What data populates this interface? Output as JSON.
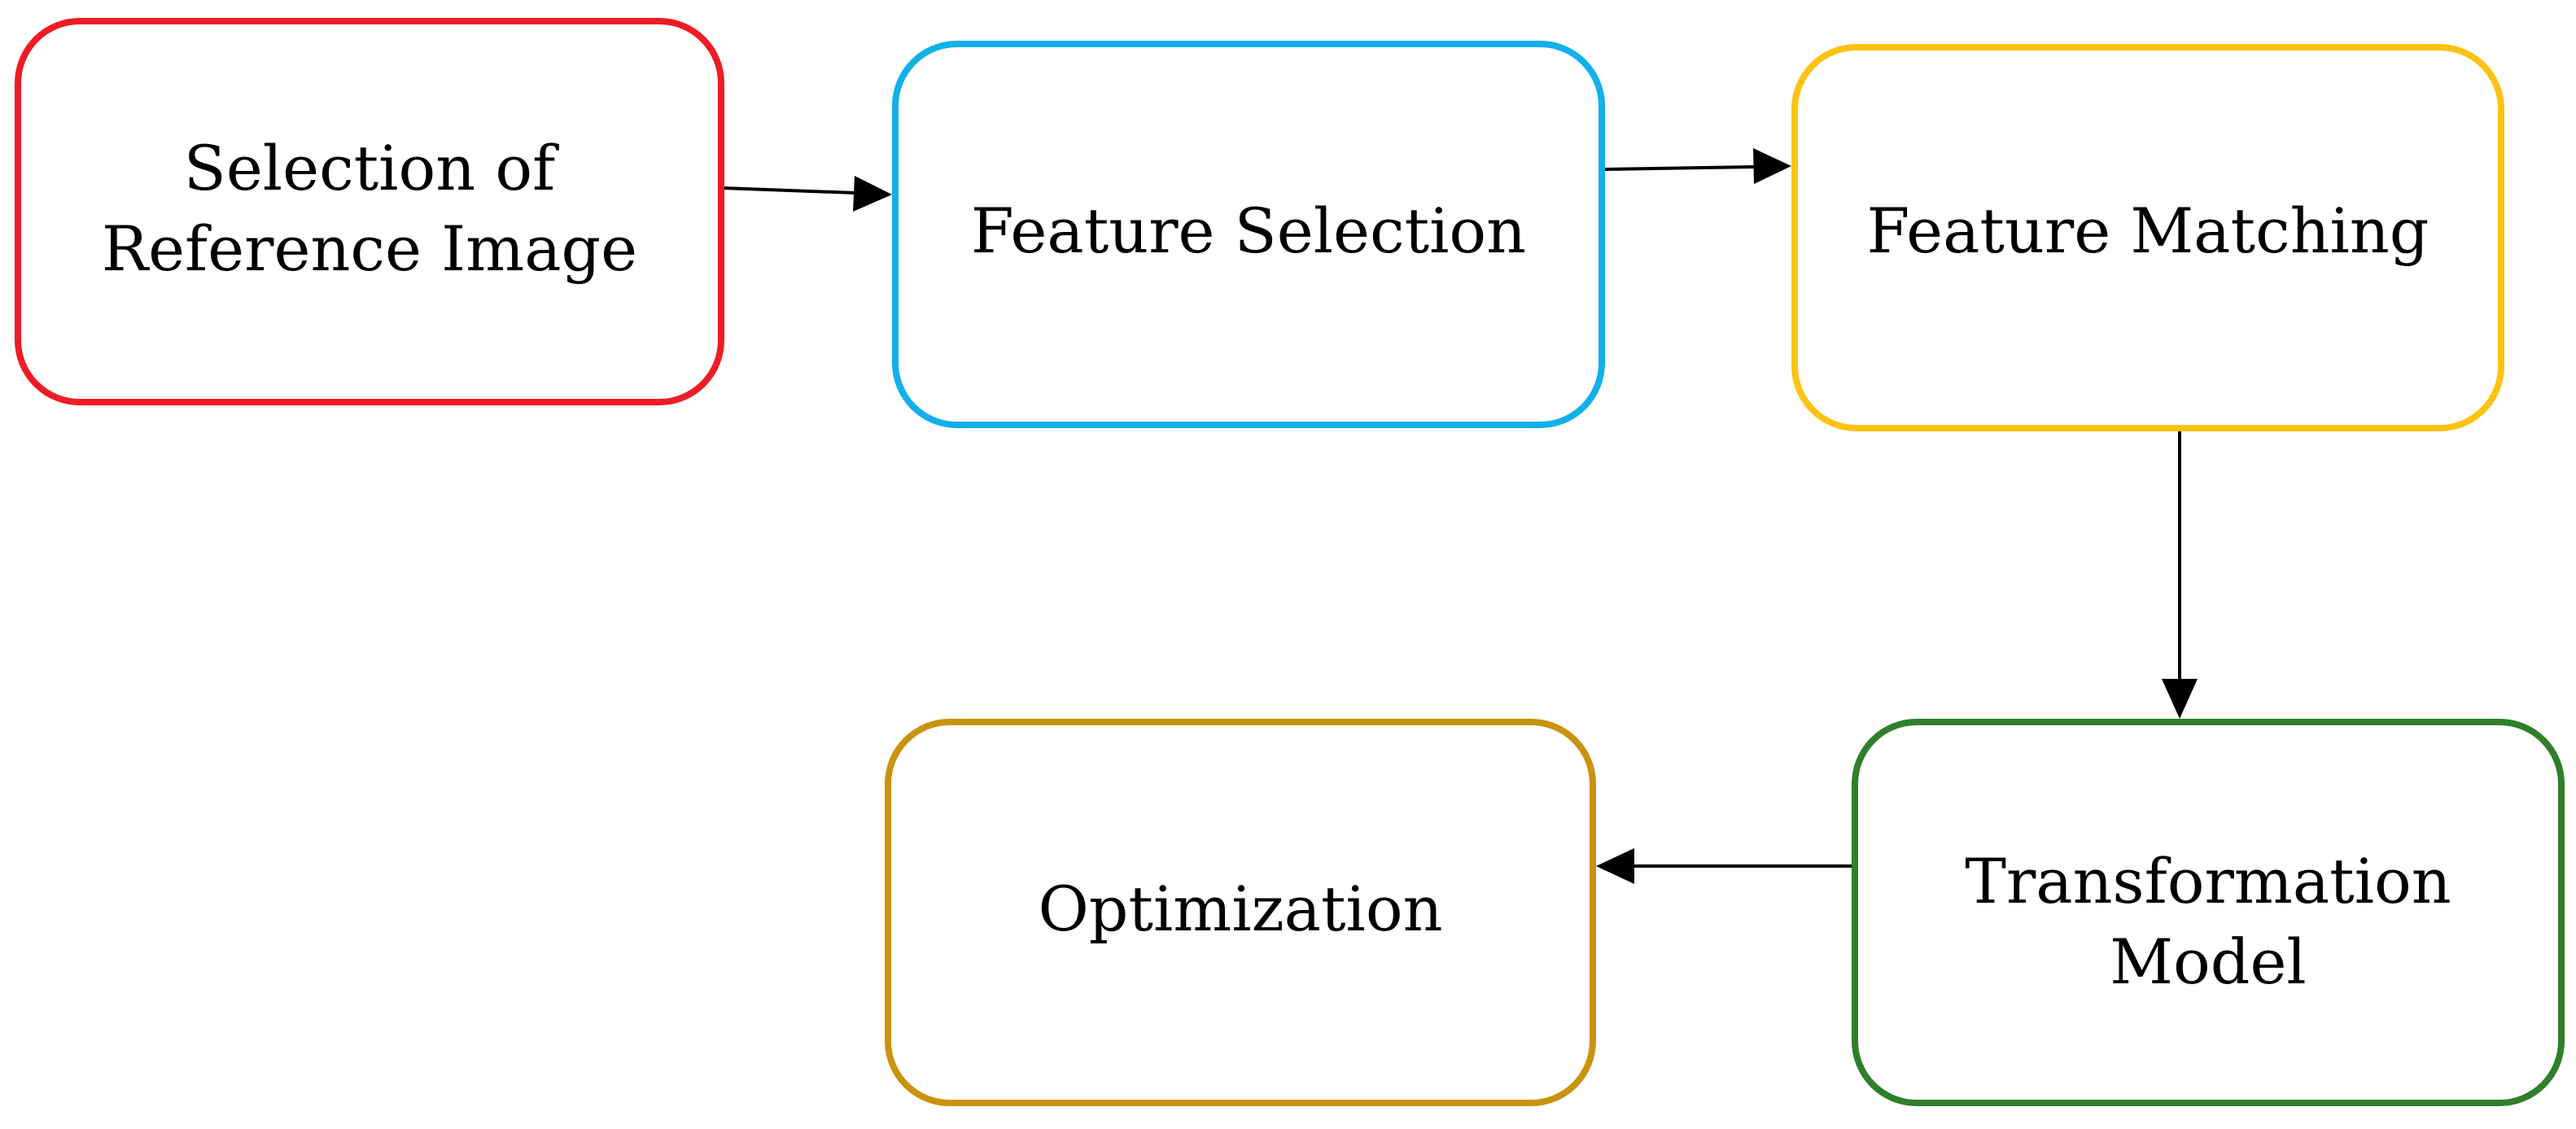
{
  "diagram": {
    "nodes": [
      {
        "id": "selection-of-reference-image",
        "label": "Selection of\nReference Image",
        "border_color": "#ee1c25"
      },
      {
        "id": "feature-selection",
        "label": "Feature Selection",
        "border_color": "#11b0ea"
      },
      {
        "id": "feature-matching",
        "label": "Feature Matching",
        "border_color": "#fcc313"
      },
      {
        "id": "transformation-model",
        "label": "Transformation\nModel",
        "border_color": "#2f7f2b"
      },
      {
        "id": "optimization",
        "label": "Optimization",
        "border_color": "#c8930e"
      }
    ],
    "edges": [
      {
        "from": "selection-of-reference-image",
        "to": "feature-selection"
      },
      {
        "from": "feature-selection",
        "to": "feature-matching"
      },
      {
        "from": "feature-matching",
        "to": "transformation-model"
      },
      {
        "from": "transformation-model",
        "to": "optimization"
      }
    ],
    "edge_color": "#000000"
  }
}
